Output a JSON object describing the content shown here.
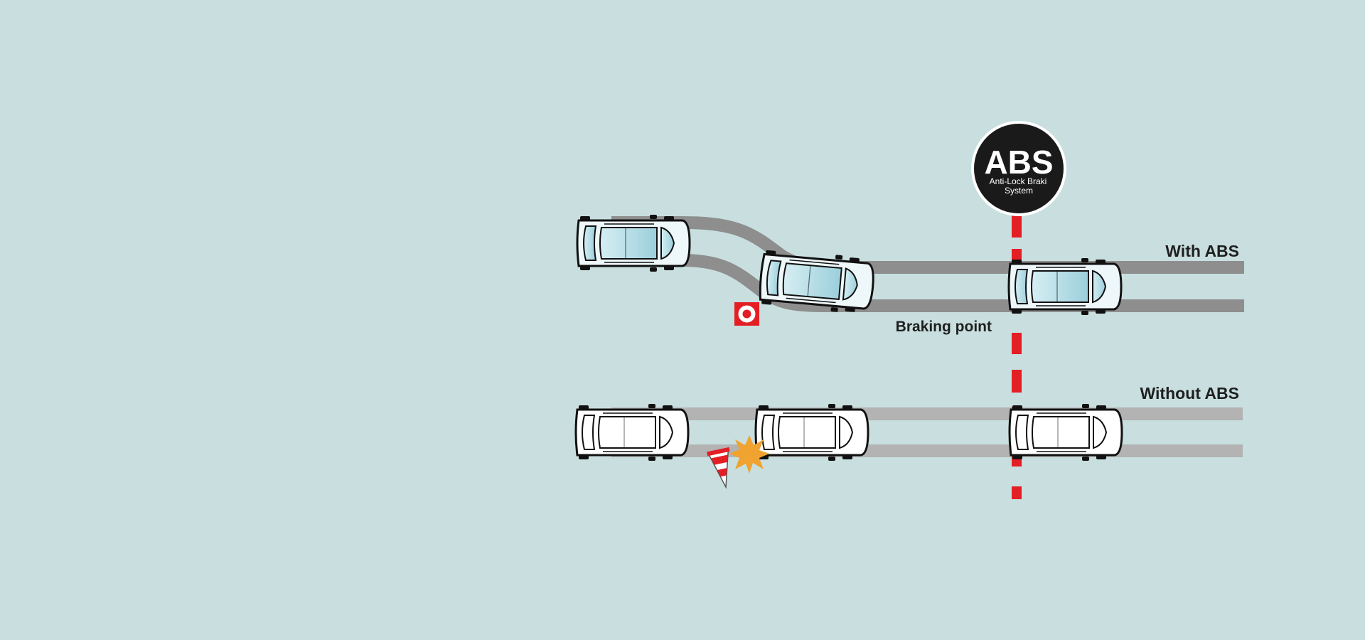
{
  "badge": {
    "title": "ABS",
    "subtitle_line1": "Anti-Lock Braki",
    "subtitle_line2": "System"
  },
  "labels": {
    "with_abs": "With ABS",
    "without_abs": "Without ABS",
    "braking_point": "Braking point"
  },
  "colors": {
    "background": "#c9dfdf",
    "track_with": "#8e8e8e",
    "track_without": "#b3b3b3",
    "braking_line": "#e31e24",
    "badge": "#1a1a1a",
    "car_glass": "#aad6df",
    "car_body_with": "#eef7f9",
    "car_body_without": "#ffffff",
    "impact": "#f0a330",
    "obstacle_red": "#e31e24"
  },
  "icons": {
    "obstacle_with": "target-sign-icon",
    "obstacle_without": "traffic-cone-icon",
    "impact": "collision-star-icon"
  }
}
